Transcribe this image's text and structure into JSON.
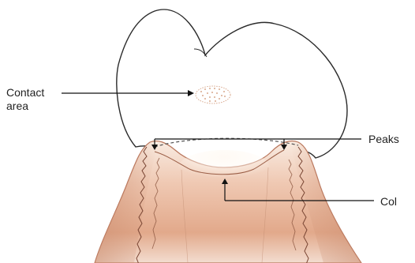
{
  "labels": {
    "contact_area_line1": "Contact",
    "contact_area_line2": "area",
    "peaks": "Peaks",
    "col": "Col"
  },
  "colors": {
    "tooth_fill": "#ffffff",
    "tooth_outline": "#2a2a2a",
    "gingiva_light": "#f8e6d8",
    "gingiva_mid": "#e8b79c",
    "gingiva_dark": "#c98a6c",
    "contact_area": "#d9a98e",
    "leader_line": "#111111"
  }
}
